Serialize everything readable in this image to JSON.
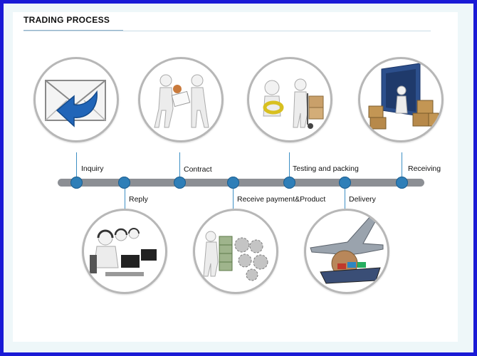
{
  "title": "TRADING PROCESS",
  "steps": [
    {
      "label": "Inquiry",
      "icon": "envelope-reply-icon"
    },
    {
      "label": "Reply",
      "icon": "call-center-icon"
    },
    {
      "label": "Contract",
      "icon": "handshake-contract-icon"
    },
    {
      "label": "Receive payment&Product",
      "icon": "money-gears-icon"
    },
    {
      "label": "Testing and packing",
      "icon": "inspection-packing-icon"
    },
    {
      "label": "Delivery",
      "icon": "airplane-ship-icon"
    },
    {
      "label": "Receiving",
      "icon": "container-boxes-icon"
    }
  ],
  "colors": {
    "frame": "#1a1ad6",
    "dot": "#2f7fb8",
    "bar": "#8c8f94",
    "ring": "#b7b7b7"
  }
}
